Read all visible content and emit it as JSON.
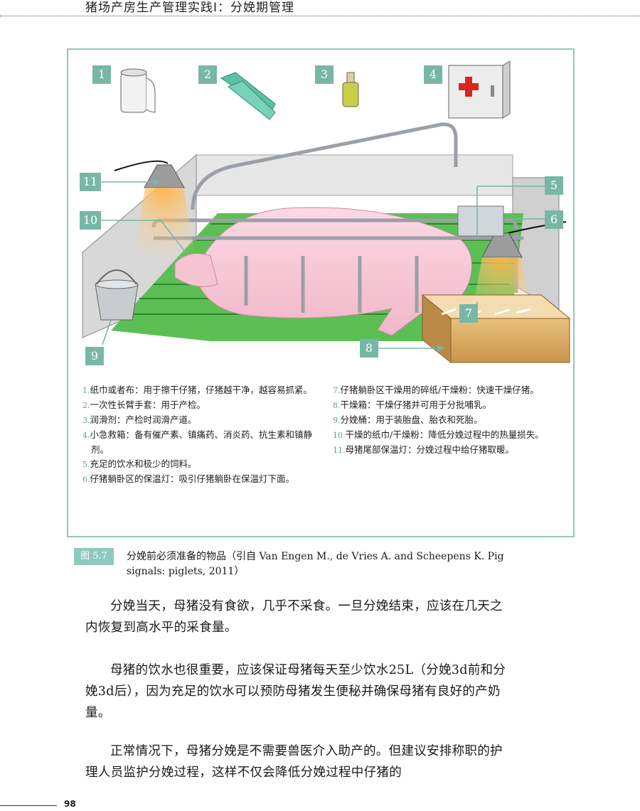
{
  "header": {
    "running_title": "猪场产房生产管理实践Ⅰ：分娩期管理"
  },
  "figure": {
    "callouts": [
      "1",
      "2",
      "3",
      "4",
      "5",
      "6",
      "7",
      "8",
      "9",
      "10",
      "11"
    ],
    "legend_left": [
      {
        "n": "1.",
        "text": "纸巾或者布：用于擦干仔猪，仔猪越干净，越容易抓紧。"
      },
      {
        "n": "2.",
        "text": "一次性长臂手套：用于产检。"
      },
      {
        "n": "3.",
        "text": "润滑剂：产检时润滑产道。"
      },
      {
        "n": "4.",
        "text": "小急救箱：备有催产素、镇痛药、消炎药、抗生素和镇静剂。"
      },
      {
        "n": "5.",
        "text": "充足的饮水和极少的饲料。"
      },
      {
        "n": "6.",
        "text": "仔猪躺卧区的保温灯：吸引仔猪躺卧在保温灯下面。"
      }
    ],
    "legend_right": [
      {
        "n": "7.",
        "text": "仔猪躺卧区干燥用的碎纸/干燥粉：快速干燥仔猪。"
      },
      {
        "n": "8.",
        "text": "干燥箱：干燥仔猪并可用于分批哺乳。"
      },
      {
        "n": "9.",
        "text": "分娩桶：用于装胎盘、胎衣和死胎。"
      },
      {
        "n": "10.",
        "text": "干燥的纸巾/干燥粉：降低分娩过程中的热量损失。"
      },
      {
        "n": "11.",
        "text": "母猪尾部保温灯：分娩过程中给仔猪取暖。"
      }
    ],
    "caption_label": "图 5.7",
    "caption_text": "分娩前必须准备的物品（引自 Van Engen M., de Vries A. and Scheepens K. Pig signals: piglets, 2011）"
  },
  "body": {
    "p1": "分娩当天，母猪没有食欲，几乎不采食。一旦分娩结束，应该在几天之内恢复到高水平的采食量。",
    "p2": "母猪的饮水也很重要，应该保证母猪每天至少饮水25L（分娩3d前和分娩3d后），因为充足的饮水可以预防母猪发生便秘并确保母猪有良好的产奶量。",
    "p3": "正常情况下，母猪分娩是不需要兽医介入助产的。但建议安排称职的护理人员监护分娩过程，这样不仅会降低分娩过程中仔猪的"
  },
  "footer": {
    "page_number": "98"
  },
  "colors": {
    "accent": "#78b7a6",
    "frame": "#8fc9bd"
  }
}
